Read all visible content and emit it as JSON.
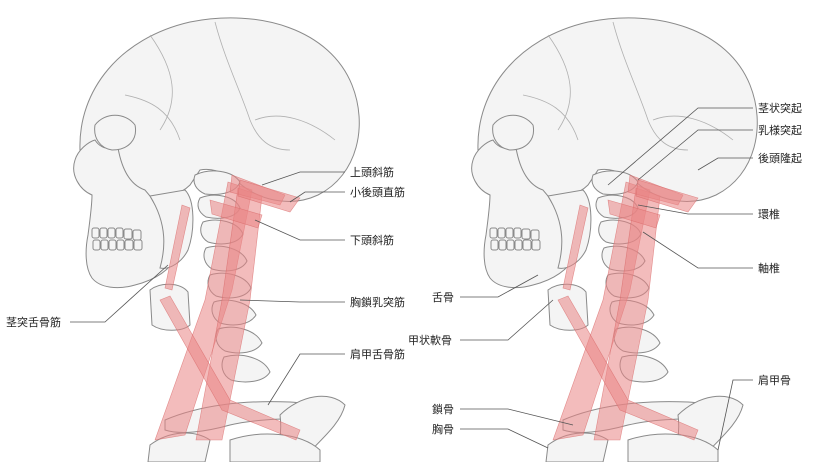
{
  "labels_left": {
    "superior_oblique": "上頭斜筋",
    "rectus_capitis_posterior_minor": "小後頭直筋",
    "inferior_oblique": "下頭斜筋",
    "sternocleidomastoid": "胸鎖乳突筋",
    "stylohyoid": "茎突舌骨筋",
    "omohyoid": "肩甲舌骨筋"
  },
  "labels_right": {
    "styloid_process": "茎状突起",
    "mastoid_process": "乳様突起",
    "occipital_protuberance": "後頭隆起",
    "atlas": "環椎",
    "axis": "軸椎",
    "hyoid": "舌骨",
    "thyroid_cartilage": "甲状軟骨",
    "clavicle": "鎖骨",
    "sternum": "胸骨",
    "scapula": "肩甲骨"
  }
}
